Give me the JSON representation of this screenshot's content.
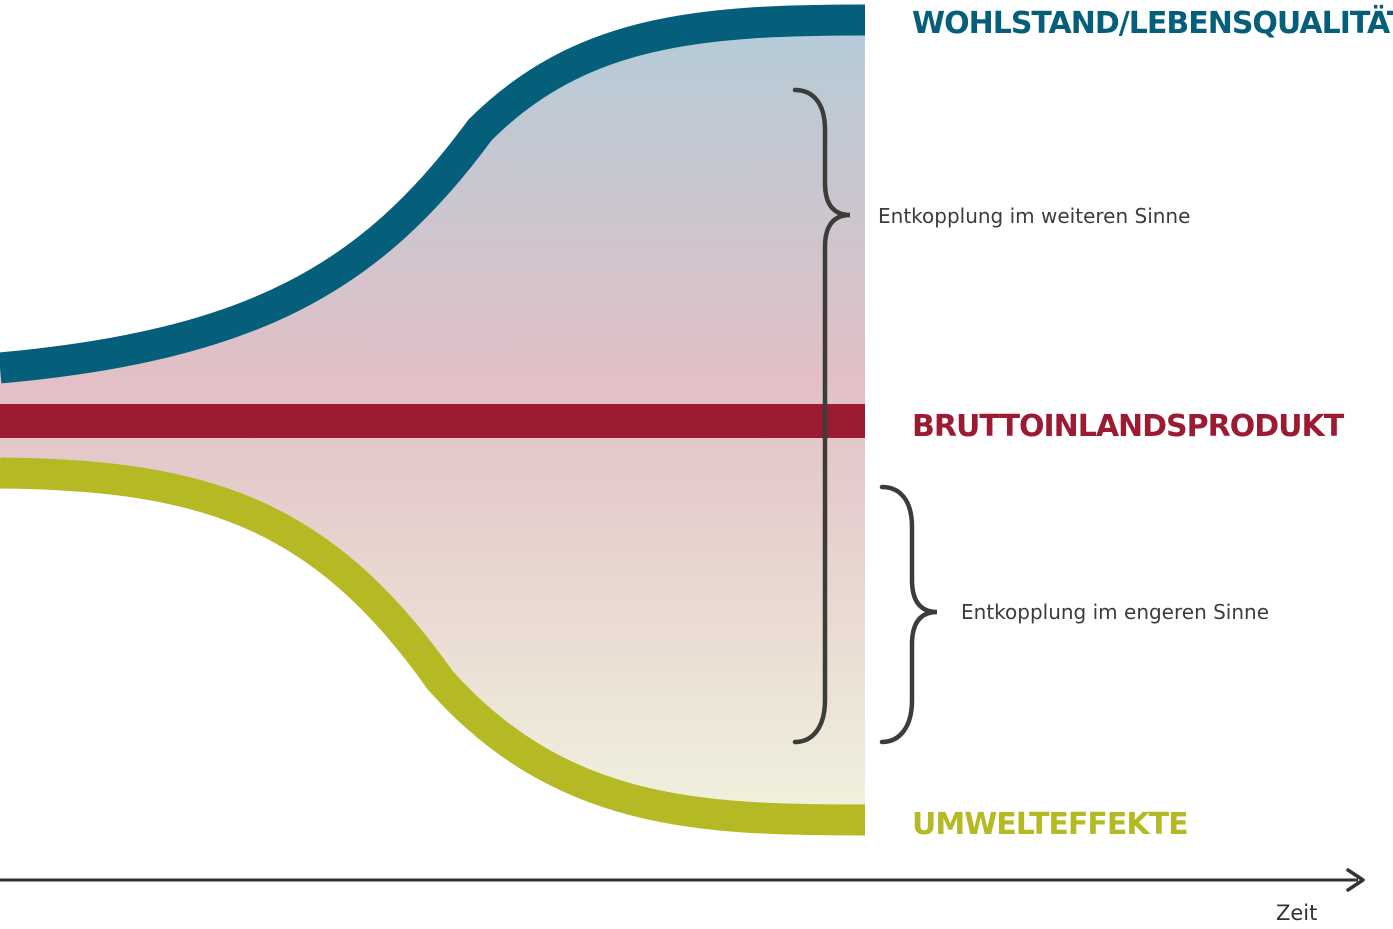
{
  "series": [
    {
      "key": "wohlstand",
      "label": "WOHLSTAND/LEBENSQUALITÄT",
      "color": "#065f7a"
    },
    {
      "key": "bip",
      "label": "BRUTTOINLANDSPRODUKT",
      "color": "#9b1b33"
    },
    {
      "key": "umwelt",
      "label": "UMWELTEFFEKTE",
      "color": "#b5b924"
    }
  ],
  "braces": {
    "wide": {
      "label": "Entkopplung im weiteren Sinne"
    },
    "narrow": {
      "label": "Entkopplung im engeren Sinne"
    }
  },
  "axis": {
    "x_label": "Zeit"
  },
  "colors": {
    "fill_top": "#b3ccd8",
    "fill_mid": "#e2c0c6",
    "fill_bottom": "#f0f2dd",
    "brace": "#3c3c38",
    "axis": "#333333"
  }
}
